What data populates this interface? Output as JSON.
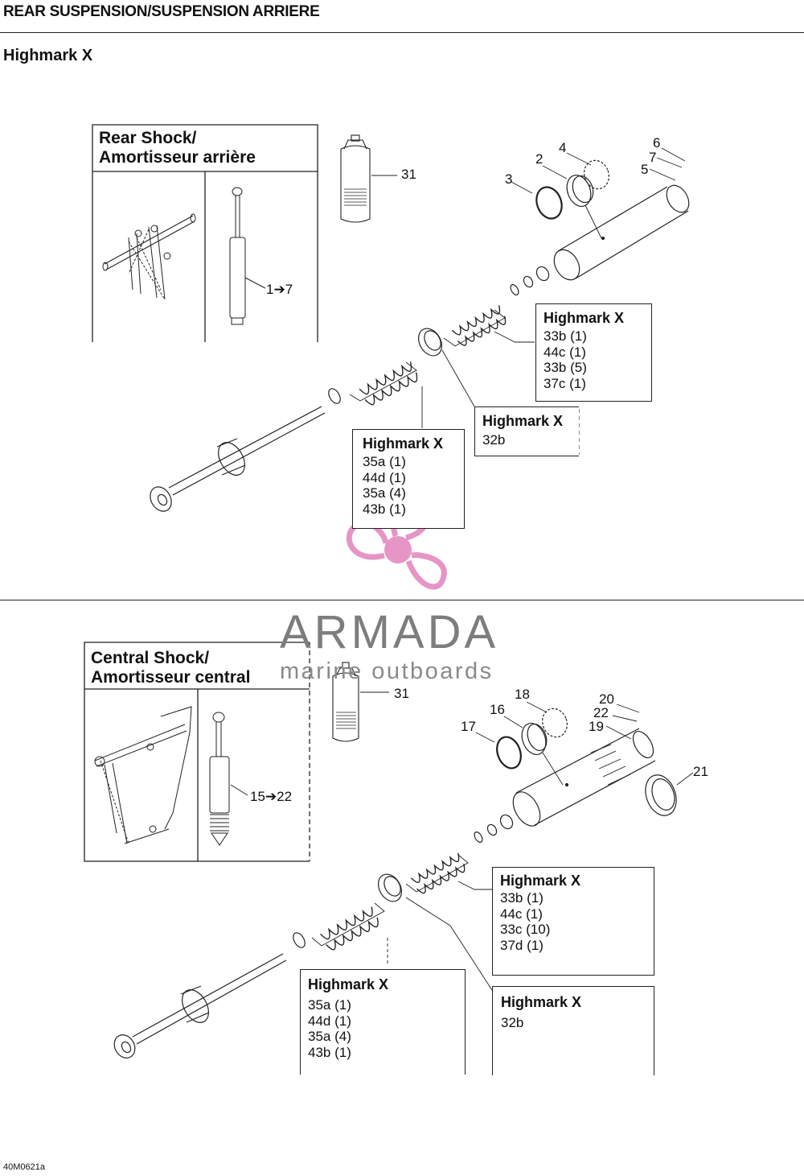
{
  "page": {
    "header": "REAR SUSPENSION/SUSPENSION ARRIERE",
    "subtitle": "Highmark X",
    "figure_code": "40M0621a"
  },
  "watermark": {
    "brand": "ARMADA",
    "tagline": "marine outboards",
    "logo_icon": "propeller-icon",
    "color": "#e48ac0"
  },
  "rear": {
    "inset_title_1": "Rear Shock/",
    "inset_title_2": "Amortisseur arrière",
    "inset_range": "1➔7",
    "callouts": {
      "c31": "31",
      "c2": "2",
      "c3": "3",
      "c4": "4",
      "c5": "5",
      "c6": "6",
      "c7": "7"
    },
    "box_a": {
      "title": "Highmark X",
      "lines": [
        "33b (1)",
        "44c (1)",
        "33b (5)",
        "37c (1)"
      ]
    },
    "box_b": {
      "title": "Highmark X",
      "lines": [
        "32b"
      ]
    },
    "box_c": {
      "title": "Highmark X",
      "lines": [
        "35a (1)",
        "44d (1)",
        "35a (4)",
        "43b (1)"
      ]
    }
  },
  "central": {
    "inset_title_1": "Central Shock/",
    "inset_title_2": "Amortisseur central",
    "inset_range": "15➔22",
    "callouts": {
      "c31": "31",
      "c16": "16",
      "c17": "17",
      "c18": "18",
      "c19": "19",
      "c20": "20",
      "c21": "21",
      "c22": "22"
    },
    "box_a": {
      "title": "Highmark X",
      "lines": [
        "33b (1)",
        "44c (1)",
        "33c (10)",
        "37d (1)"
      ]
    },
    "box_b": {
      "title": "Highmark X",
      "lines": [
        "32b"
      ]
    },
    "box_c": {
      "title": "Highmark X",
      "lines": [
        "35a (1)",
        "44d (1)",
        "35a (4)",
        "43b (1)"
      ]
    }
  }
}
